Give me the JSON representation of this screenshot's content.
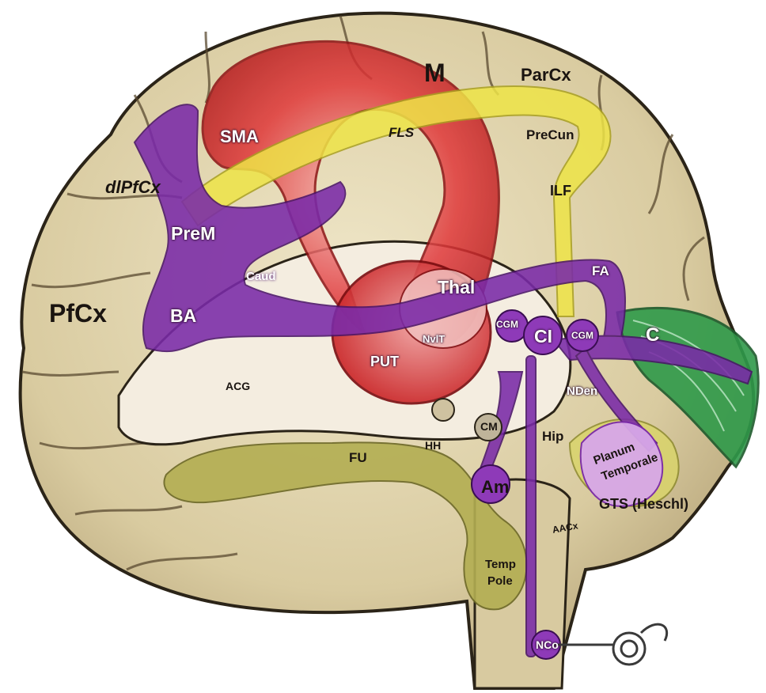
{
  "labels": {
    "M": "M",
    "ParCx": "ParCx",
    "SMA": "SMA",
    "FLS": "FLS",
    "PreCun": "PreCun",
    "dlPfCx": "dlPfCx",
    "ILF": "ILF",
    "PreM": "PreM",
    "Caud": "Caud",
    "Thal": "Thal",
    "FA": "FA",
    "PfCx": "PfCx",
    "BA": "BA",
    "CGM_left": "CGM",
    "CI": "CI",
    "CGM_right": "CGM",
    "C": "C",
    "NvlT": "NvlT",
    "PUT": "PUT",
    "NDen": "NDen",
    "ACG": "ACG",
    "CM": "CM",
    "Hip": "Hip",
    "HH": "HH",
    "FU": "FU",
    "Planum": "Planum",
    "Temporale": "Temporale",
    "Am": "Am",
    "GTS": "GTS (Heschl)",
    "AACx": "AACx",
    "Temp": "Temp",
    "Pole": "Pole",
    "NCo": "NCo"
  },
  "colors": {
    "cortex": "#ddd0a8",
    "cortex_outline": "#2b2418",
    "motor_red": "#e0272a",
    "tract_yellow": "#eee447",
    "auditory_purple": "#7a2aa8",
    "limbic_olive": "#b3ae52",
    "cerebellum_green": "#2f9a4a"
  }
}
